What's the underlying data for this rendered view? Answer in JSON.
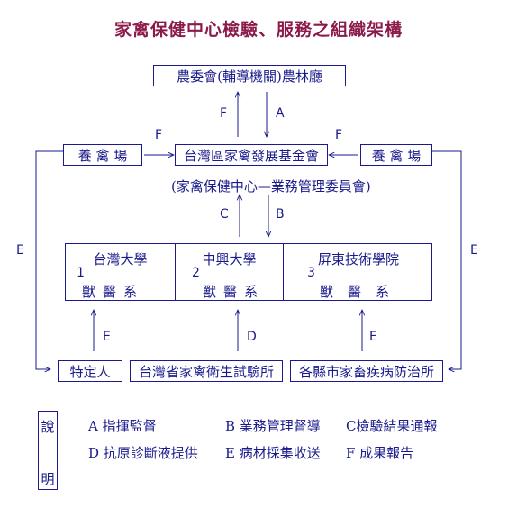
{
  "title": "家禽保健中心檢驗、服務之組織架構",
  "nodes": {
    "coa": "農委會(輔導機關)農林廳",
    "foundation": "台灣區家禽發展基金會",
    "farm_left": "養 禽 場",
    "farm_right": "養 禽 場",
    "committee": "(家禽保健中心—業務管理委員會)",
    "univ1_name": "台灣大學",
    "univ1_num": "1",
    "univ1_dept": "獸醫系",
    "univ2_name": "中興大學",
    "univ2_num": "2",
    "univ2_dept": "獸醫系",
    "univ3_name": "屏東技術學院",
    "univ3_num": "3",
    "univ3_dept": "獸醫系",
    "person": "特定人",
    "prov_lab": "台灣省家禽衛生試驗所",
    "county": "各縣市家畜疾病防治所"
  },
  "arrow_labels": {
    "f_up": "F",
    "a_down": "A",
    "f_left": "F",
    "f_right": "F",
    "c_up": "C",
    "b_down": "B",
    "e_left": "E",
    "e_right": "E",
    "e_univ1": "E",
    "d_univ2": "D",
    "e_univ3": "E"
  },
  "legend": {
    "char1": "說",
    "char2": "明",
    "a": "A 指揮監督",
    "b": "B 業務管理督導",
    "c": "C檢驗結果通報",
    "d": "D 抗原診斷液提供",
    "e": "E 病材採集收送",
    "f": "F 成果報告"
  },
  "colors": {
    "title": "#8b1a4a",
    "lines": "#1a1a8c"
  }
}
